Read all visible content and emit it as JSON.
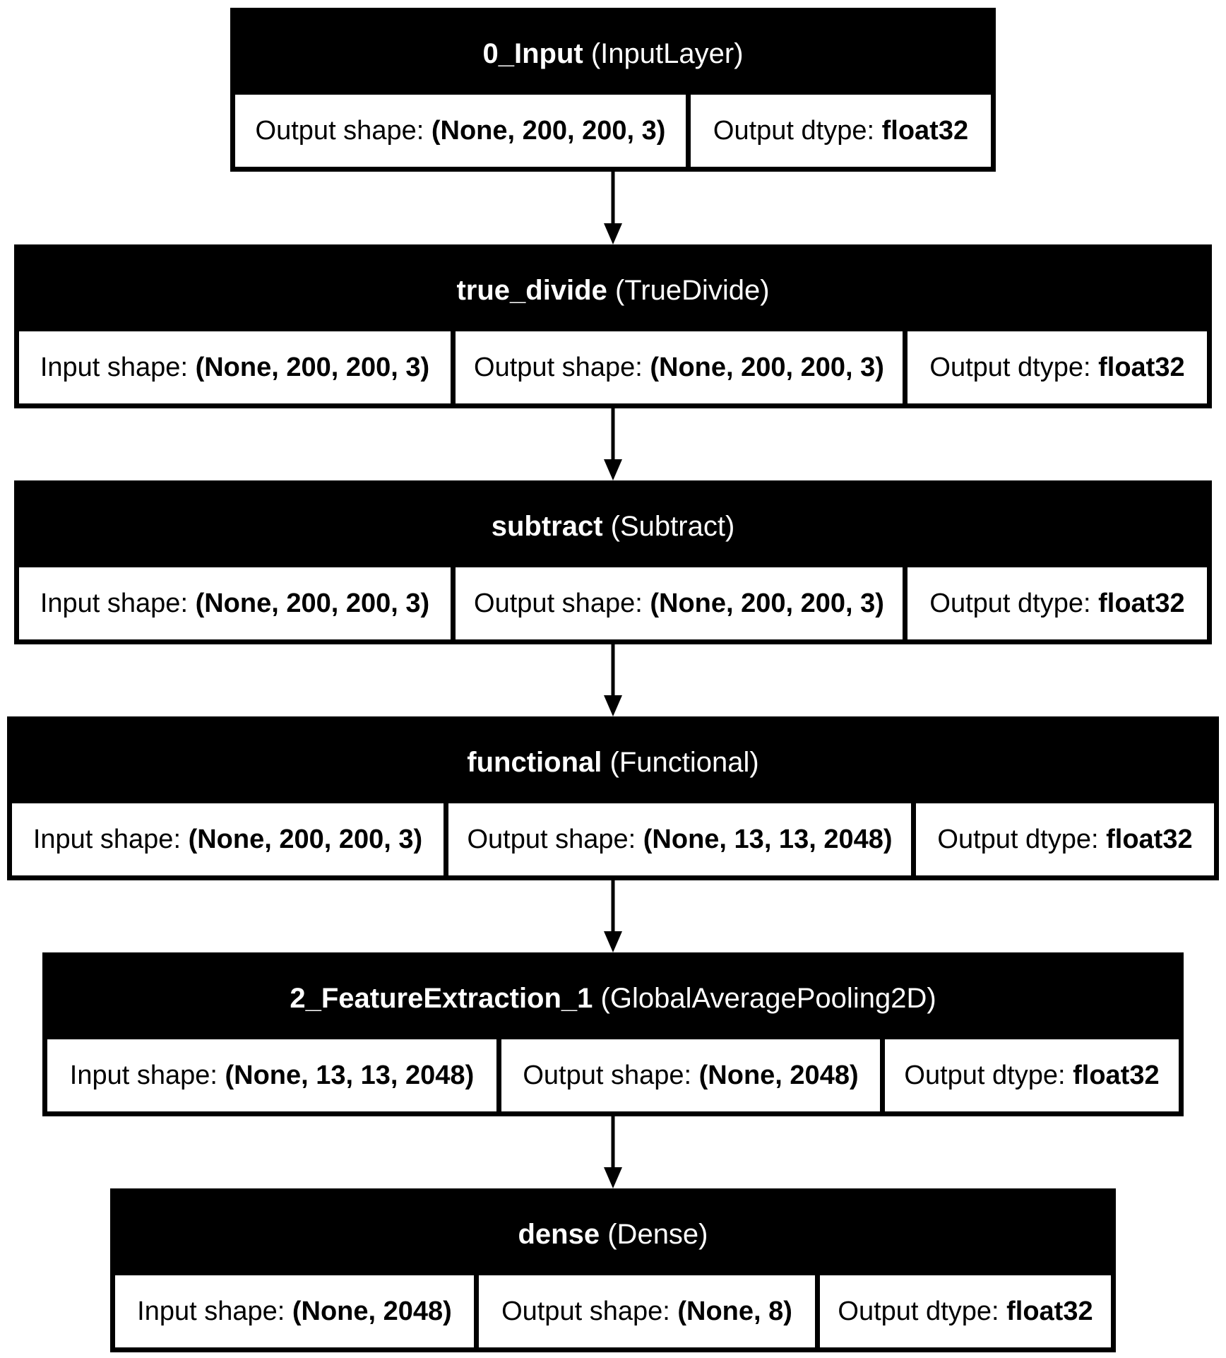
{
  "layers": [
    {
      "name": "0_Input",
      "type": "(InputLayer)",
      "cells": [
        {
          "label": "Output shape:",
          "value": "(None, 200, 200, 3)"
        },
        {
          "label": "Output dtype:",
          "value": "float32"
        }
      ]
    },
    {
      "name": "true_divide",
      "type": "(TrueDivide)",
      "cells": [
        {
          "label": "Input shape:",
          "value": "(None, 200, 200, 3)"
        },
        {
          "label": "Output shape:",
          "value": "(None, 200, 200, 3)"
        },
        {
          "label": "Output dtype:",
          "value": "float32"
        }
      ]
    },
    {
      "name": "subtract",
      "type": "(Subtract)",
      "cells": [
        {
          "label": "Input shape:",
          "value": "(None, 200, 200, 3)"
        },
        {
          "label": "Output shape:",
          "value": "(None, 200, 200, 3)"
        },
        {
          "label": "Output dtype:",
          "value": "float32"
        }
      ]
    },
    {
      "name": "functional",
      "type": "(Functional)",
      "cells": [
        {
          "label": "Input shape:",
          "value": "(None, 200, 200, 3)"
        },
        {
          "label": "Output shape:",
          "value": "(None, 13, 13, 2048)"
        },
        {
          "label": "Output dtype:",
          "value": "float32"
        }
      ]
    },
    {
      "name": "2_FeatureExtraction_1",
      "type": "(GlobalAveragePooling2D)",
      "cells": [
        {
          "label": "Input shape:",
          "value": "(None, 13, 13, 2048)"
        },
        {
          "label": "Output shape:",
          "value": "(None, 2048)"
        },
        {
          "label": "Output dtype:",
          "value": "float32"
        }
      ]
    },
    {
      "name": "dense",
      "type": "(Dense)",
      "cells": [
        {
          "label": "Input shape:",
          "value": "(None, 2048)"
        },
        {
          "label": "Output shape:",
          "value": "(None, 8)"
        },
        {
          "label": "Output dtype:",
          "value": "float32"
        }
      ]
    }
  ]
}
